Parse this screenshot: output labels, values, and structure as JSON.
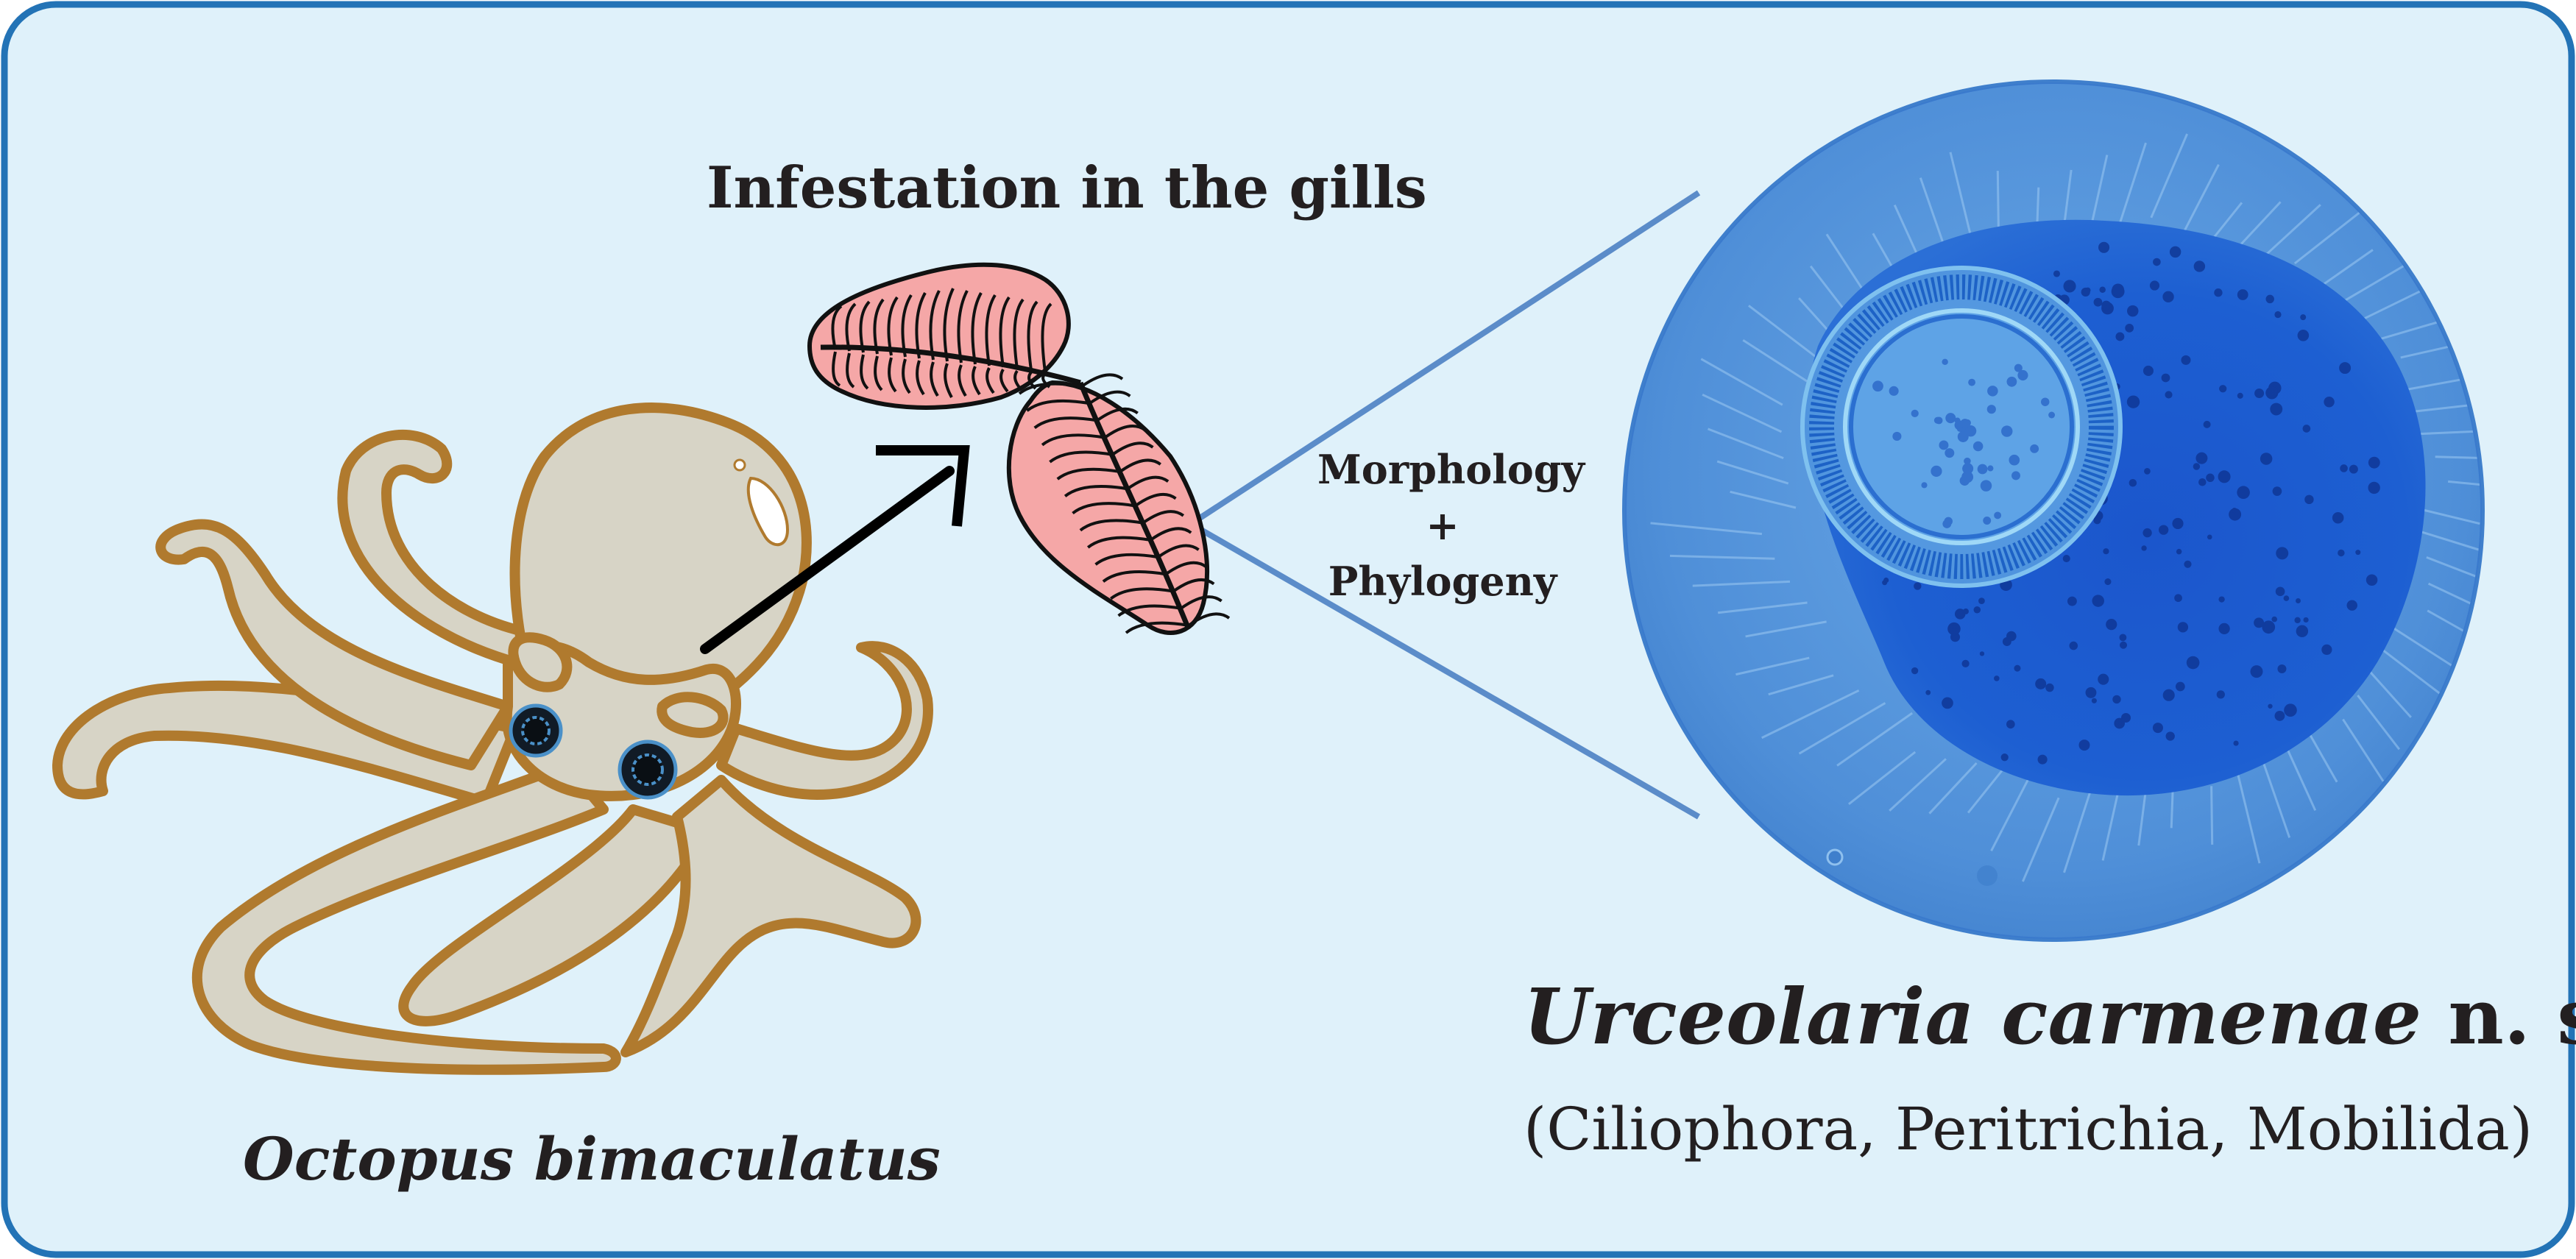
{
  "title": "Infestation in the gills",
  "host": {
    "species": "Octopus bimaculatus",
    "color_body": "#d7d4c6",
    "color_outline": "#b07a2e"
  },
  "methods": {
    "line1": "Morphology",
    "line2": "+",
    "line3": "Phylogeny"
  },
  "parasite": {
    "species": "Urceolaria carmenae",
    "designation": "n. sp.",
    "taxonomy": "(Ciliophora, Peritrichia, Mobilida)"
  },
  "colors": {
    "frame_border": "#2373b6",
    "frame_fill": "#dff1fa",
    "gill_fill": "#f5a7a7",
    "connector": "#5b8cc9",
    "micro_field": "#4a8fd6",
    "micro_cell": "#1a5bd0"
  },
  "icons": [
    "octopus-illustration",
    "gill-illustration",
    "arrow",
    "micrograph-circle"
  ]
}
